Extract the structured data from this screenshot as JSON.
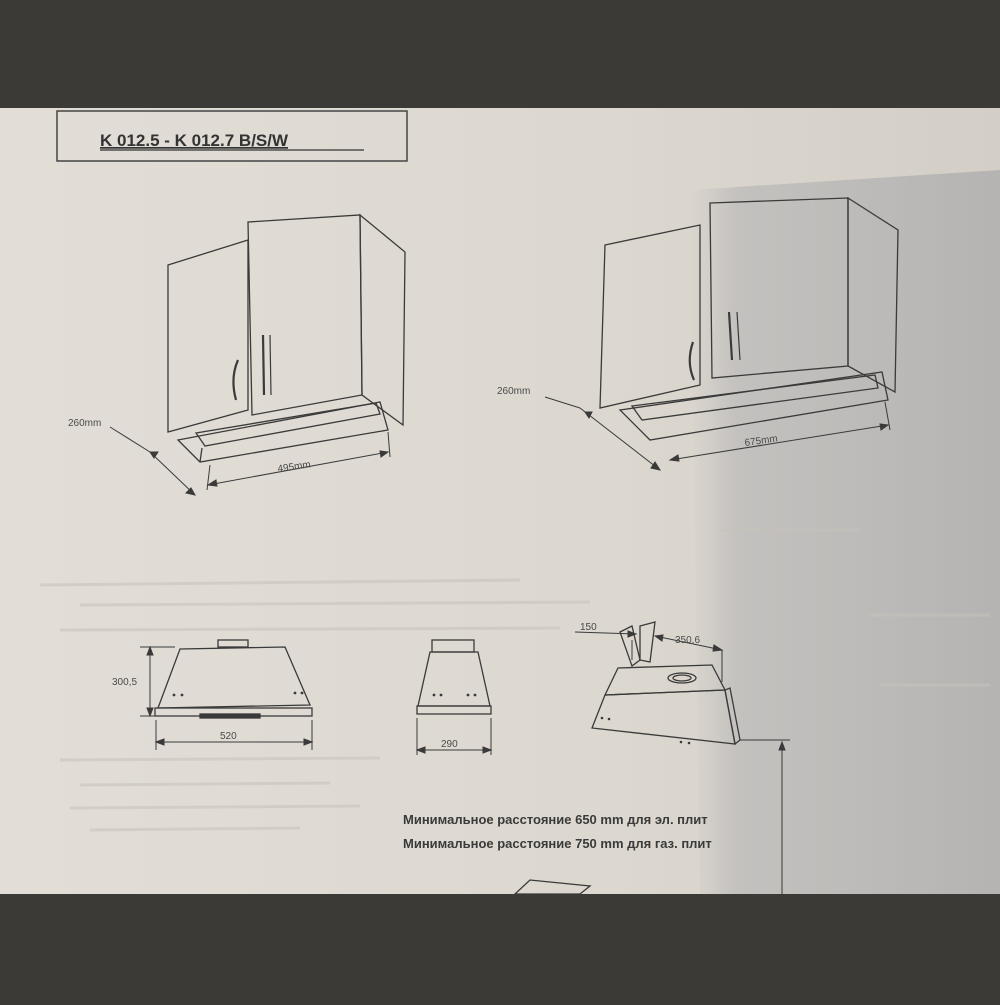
{
  "header": {
    "model_title": "K 012.5 - K 012.7 B/S/W"
  },
  "cabinet_small": {
    "depth_label": "260mm",
    "width_label": "495mm"
  },
  "cabinet_large": {
    "depth_label": "260mm",
    "width_label": "675mm"
  },
  "front_view": {
    "height_label": "300,5",
    "width_label": "520"
  },
  "side_view": {
    "width_label": "290"
  },
  "perspective_view": {
    "duct_label": "150",
    "offset_label": "350,6"
  },
  "notes": {
    "electric": "Минимальное расстояние 650 mm для эл. плит",
    "gas": "Минимальное расстояние 750 mm для газ. плит"
  },
  "colors": {
    "paper": "#ddd9d1",
    "ink": "#3a3a3a",
    "shadow": "#3c3a36"
  }
}
